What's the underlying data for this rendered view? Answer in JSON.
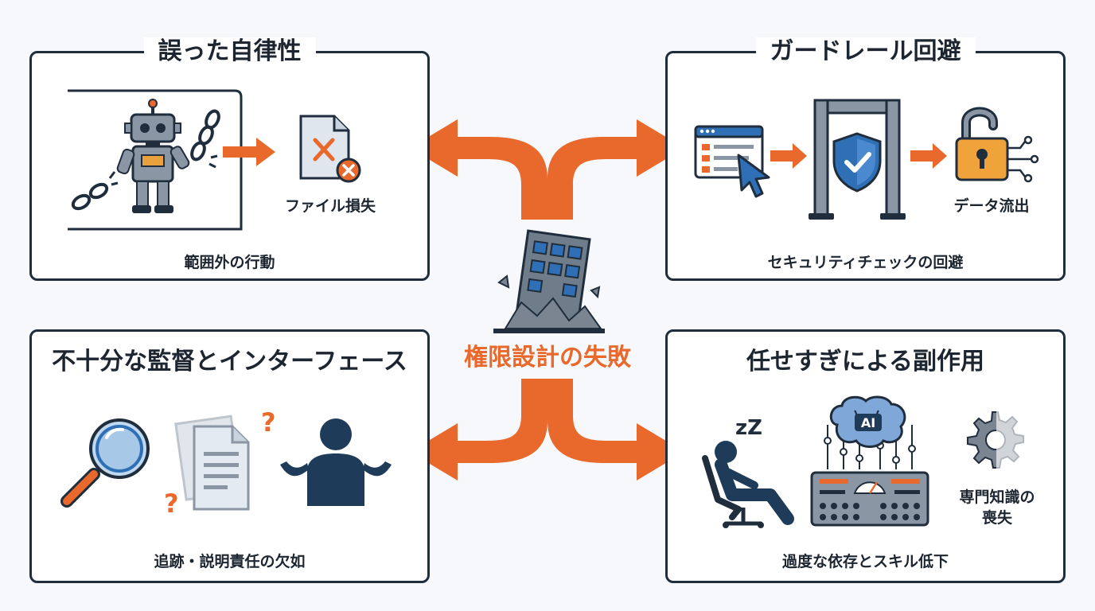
{
  "center": {
    "title": "権限設計の失敗"
  },
  "panels": {
    "top_left": {
      "title": "誤った自律性",
      "icon_label": "ファイル損失",
      "caption": "範囲外の行動",
      "icons": [
        "robot-icon",
        "broken-chain-icon",
        "arrow-right-icon",
        "deleted-file-icon"
      ]
    },
    "top_right": {
      "title": "ガードレール回避",
      "icon_label": "データ流出",
      "caption": "セキュリティチェックの回避",
      "icons": [
        "browser-cursor-icon",
        "security-gate-icon",
        "shield-check-icon",
        "unlocked-padlock-icon"
      ]
    },
    "bottom_left": {
      "title": "不十分な監督とインターフェース",
      "caption": "追跡・説明責任の欠如",
      "icons": [
        "magnifier-icon",
        "blurred-document-icon",
        "question-mark-icon",
        "shrugging-person-icon"
      ]
    },
    "bottom_right": {
      "title": "任せすぎによる副作用",
      "icon_label": "専門知識の\n喪失",
      "icon_label_lines": [
        "専門知識の",
        "喪失"
      ],
      "caption": "過度な依存とスキル低下",
      "icons": [
        "sleeping-person-chair-icon",
        "ai-brain-control-panel-icon",
        "fading-gear-icon"
      ],
      "ai_text": "AI",
      "zzz_text": "zZ"
    }
  },
  "colors": {
    "accent_orange": "#e9692c",
    "navy": "#1f2d3d",
    "blue": "#2f6fb5",
    "gray": "#8a96a3"
  }
}
